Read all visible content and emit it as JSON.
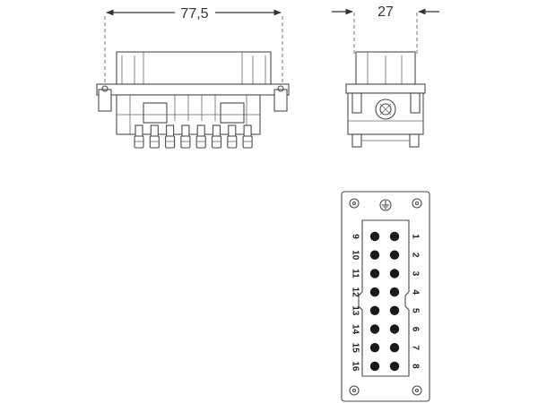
{
  "dimensions": {
    "width_label": "77,5",
    "depth_label": "27"
  },
  "pin_labels": {
    "right_column": [
      "1",
      "2",
      "3",
      "4",
      "5",
      "6",
      "7",
      "8"
    ],
    "left_column": [
      "9",
      "10",
      "11",
      "12",
      "13",
      "14",
      "15",
      "16"
    ]
  },
  "symbols": {
    "ground": "protective-earth-icon"
  },
  "colors": {
    "line": "#4a4a4a",
    "contact": "#1a1a1a",
    "background": "#ffffff"
  }
}
